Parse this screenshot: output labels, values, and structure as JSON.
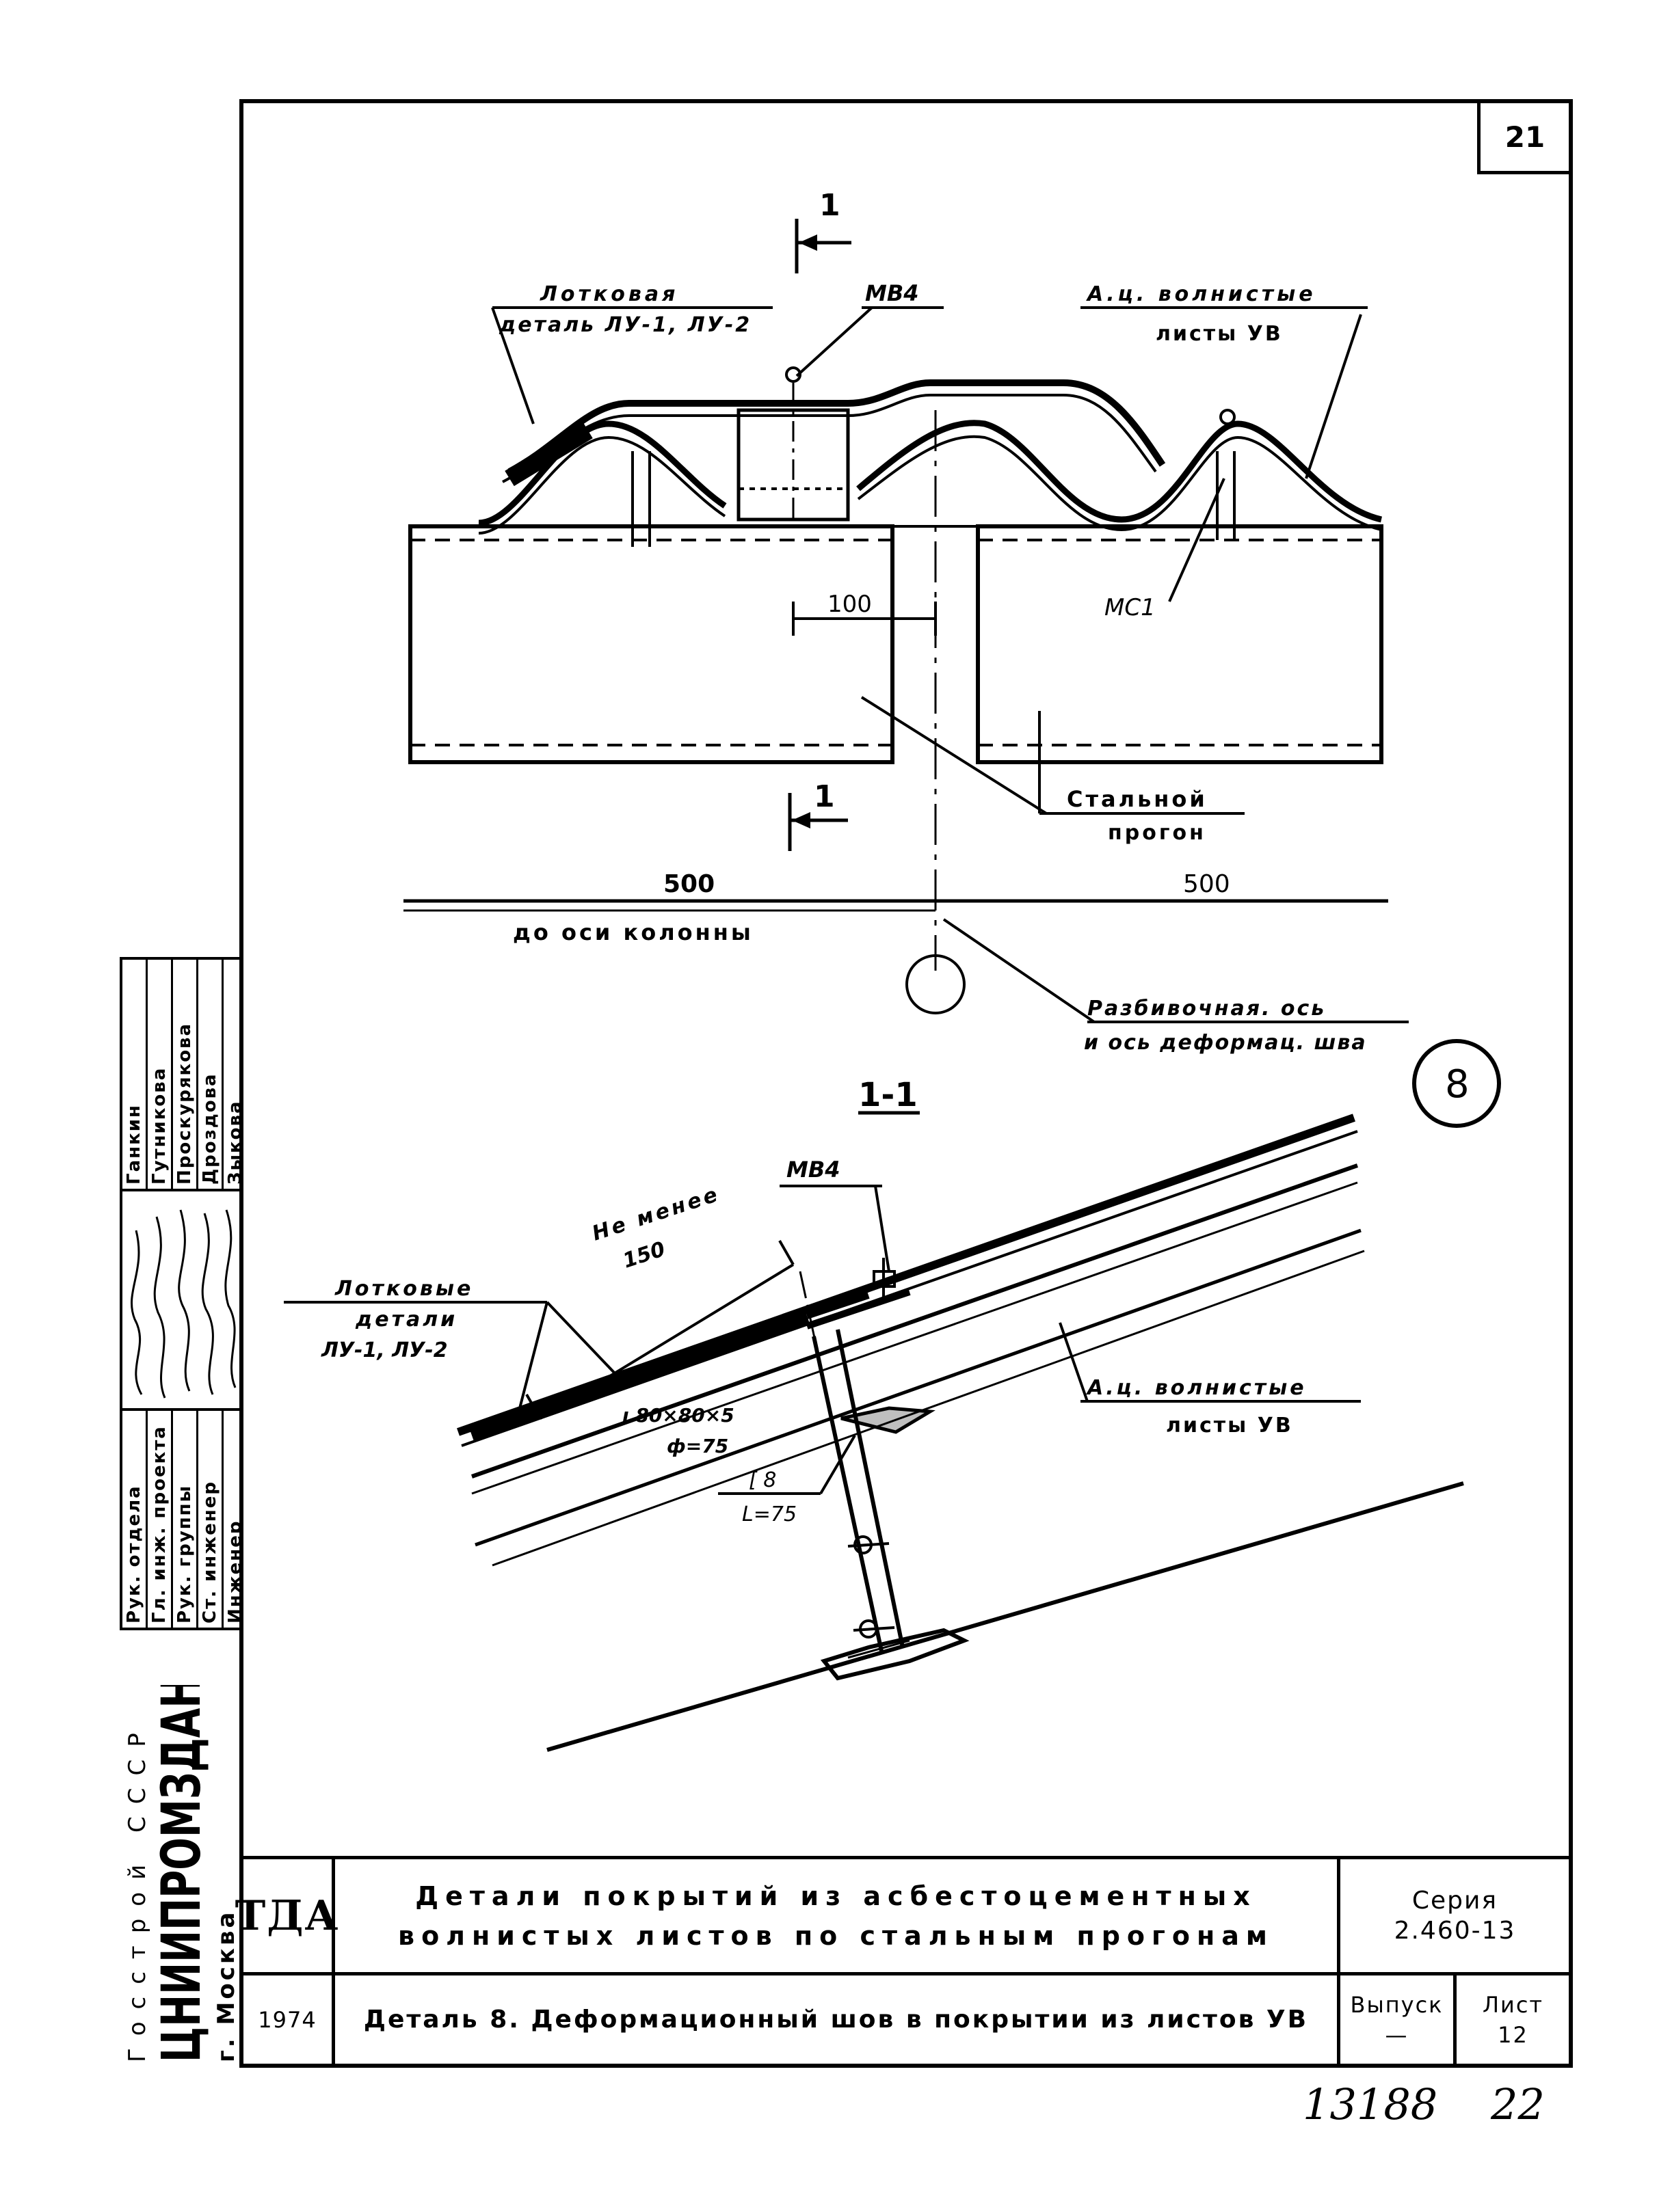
{
  "sheet": {
    "page_number": "21",
    "handwritten_number": "13188",
    "handwritten_page": "22"
  },
  "plan": {
    "section_mark": "1",
    "tray_label_line1": "Лотковая",
    "tray_label_line2": "деталь ЛУ-1, ЛУ-2",
    "fastener_label": "МВ4",
    "sheets_label_line1": "А.ц. волнистые",
    "sheets_label_line2": "листы УВ",
    "mc1_label": "МС1",
    "dim_gap": "100",
    "purlin_label_line1": "Стальной",
    "purlin_label_line2": "прогон",
    "dim_left": "500",
    "dim_right": "500",
    "column_axis_label": "до оси колонны",
    "axis_label_line1": "Разбивочная. ось",
    "axis_label_line2": "и ось деформац. шва",
    "detail_number": "8"
  },
  "section": {
    "title": "1-1",
    "fastener_label": "МВ4",
    "min_len_line1": "Не менее",
    "min_len_line2": "150",
    "tray_label_line1": "Лотковые",
    "tray_label_line2": "детали",
    "tray_label_line3": "ЛУ-1, ЛУ-2",
    "plate_label_line1": "ı 80×80×5",
    "plate_label_line2": "ф=75",
    "sheets_label_line1": "А.ц. волнистые",
    "sheets_label_line2": "листы УВ",
    "channel_label_line1": "[ 8",
    "channel_label_line2": "L=75"
  },
  "title_block": {
    "logo": "ТДА",
    "year": "1974",
    "title_line1": "Детали покрытий из асбестоцементных",
    "title_line2": "волнистых листов по стальным прогонам",
    "subtitle": "Деталь 8. Деформационный шов в покрытии из листов УВ",
    "series_label": "Серия",
    "series_value": "2.460-13",
    "issue_label": "Выпуск",
    "issue_value": "—",
    "sheet_label": "Лист",
    "sheet_value": "12"
  },
  "stamp": {
    "org_line1": "Госстрой СССР",
    "org_line2": "ЦНИИПРОМЗДАНИЙ",
    "org_line3": "г. Москва",
    "roles": [
      "Рук. отдела",
      "Гл. инж. проекта",
      "Рук. группы",
      "Ст. инженер",
      "Инженер"
    ],
    "names": [
      "Ганкин",
      "Гутникова",
      "Проскурякова",
      "Дроздова",
      "Зыкова"
    ]
  }
}
